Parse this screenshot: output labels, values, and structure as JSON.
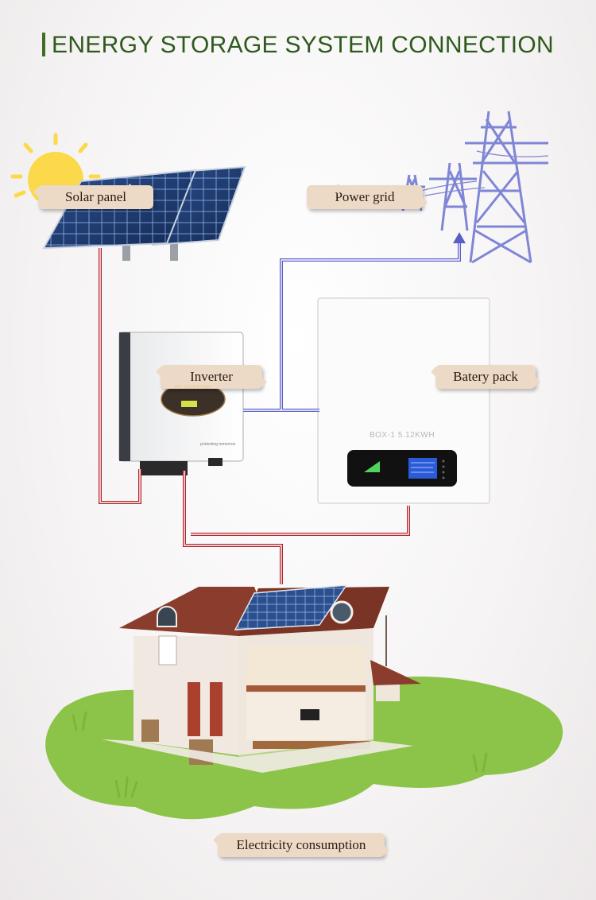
{
  "title": "ENERGY STORAGE SYSTEM CONNECTION",
  "labels": {
    "solar_panel": "Solar panel",
    "power_grid": "Power grid",
    "inverter": "Inverter",
    "battery_pack": "Batery pack",
    "consumption": "Electricity consumption"
  },
  "inverter_screen": "PV INVERTER",
  "inverter_caption": "protecting tomorrow",
  "battery_model": "BOX-1  5.12KWH",
  "colors": {
    "title": "#2f5a1d",
    "dc_wire": "#b3242c",
    "grid_wire": "#5a5fc8",
    "tag_bg": "#ecd9c6",
    "grass": "#8cc44a"
  }
}
